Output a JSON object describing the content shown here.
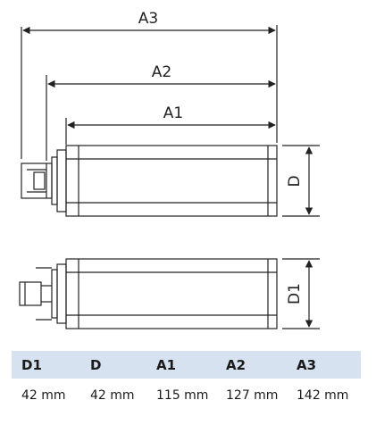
{
  "dimension_labels": {
    "a3": "A3",
    "a2": "A2",
    "a1": "A1",
    "d": "D",
    "d1": "D1"
  },
  "spec_table": {
    "headers": [
      "D1",
      "D",
      "A1",
      "A2",
      "A3"
    ],
    "values": [
      "42 mm",
      "42 mm",
      "115 mm",
      "127 mm",
      "142 mm"
    ]
  },
  "colors": {
    "header_background": "#d6e2f0",
    "line": "#222222"
  }
}
